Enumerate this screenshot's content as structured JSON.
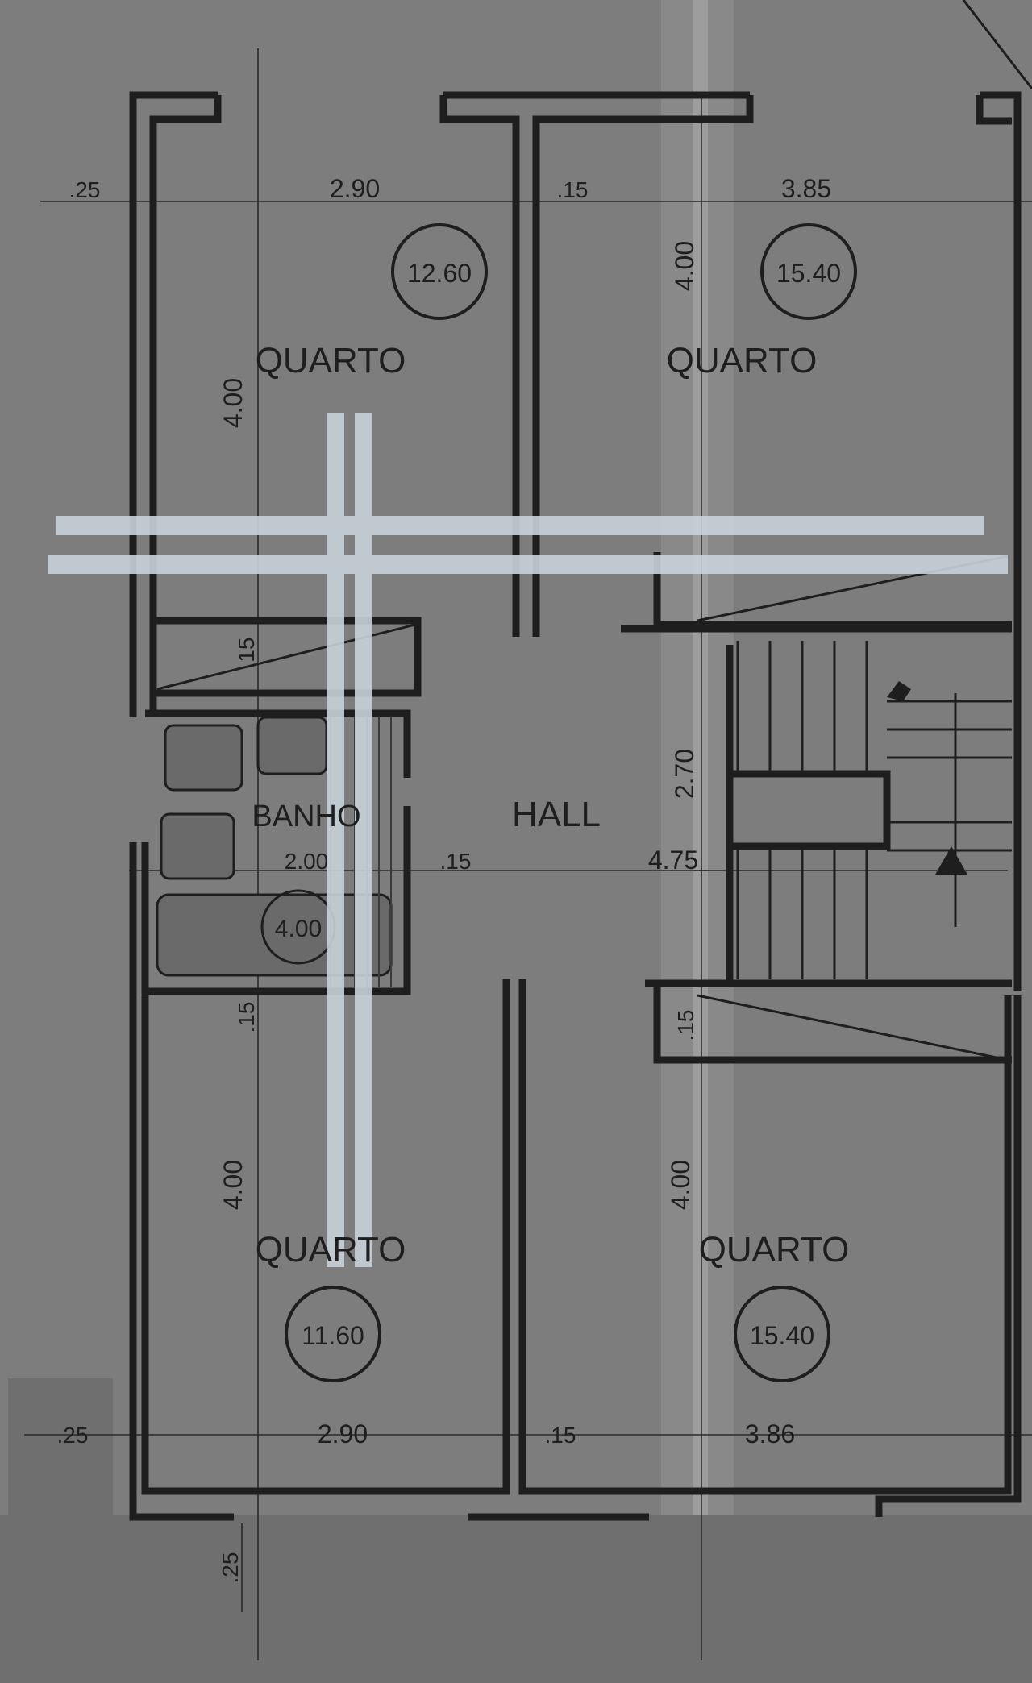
{
  "rooms": {
    "top_left": {
      "name": "QUARTO",
      "area": "12.60"
    },
    "top_right": {
      "name": "QUARTO",
      "area": "15.40"
    },
    "bottom_left": {
      "name": "QUARTO",
      "area": "11.60"
    },
    "bottom_right": {
      "name": "QUARTO",
      "area": "15.40"
    },
    "bath": {
      "name": "BANHO",
      "area": "4.00"
    },
    "hall": {
      "name": "HALL"
    }
  },
  "dimensions": {
    "top_wall_left": ".25",
    "top_left_width": "2.90",
    "top_mid_wall": ".15",
    "top_right_width": "3.85",
    "top_left_height": "4.00",
    "top_right_height": "4.00",
    "closet_top": ".15",
    "bath_width": "2.00",
    "bath_wall": ".15",
    "stair_length": "2.70",
    "stair_total": "4.75",
    "closet_right": ".15",
    "bottom_left_wall": ".15",
    "bottom_left_height": "4.00",
    "bottom_right_height": "4.00",
    "bottom_wall_left": ".25",
    "bottom_left_width": "2.90",
    "bottom_mid_wall": ".15",
    "bottom_right_width": "3.86",
    "bottom_wall": ".25"
  },
  "colors": {
    "paper": "#7d7d7d",
    "ink": "#1e1e1e",
    "overlay": "#c9d2da"
  }
}
